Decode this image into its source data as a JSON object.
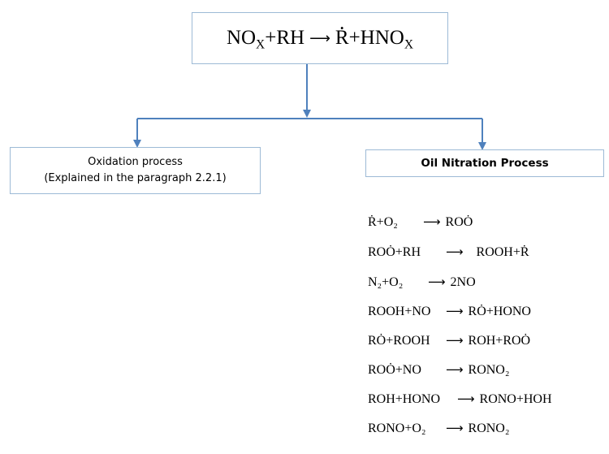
{
  "header": {
    "lhs": "NO",
    "lhs_sub": "X",
    "lhs_rest": "+RH",
    "arrow": "⟶",
    "rhs_radical": "R",
    "rhs_rest": "+HNO",
    "rhs_sub": "X"
  },
  "left_box": {
    "line1": "Oxidation process",
    "line2": "(Explained in the paragraph 2.2.1)"
  },
  "right_box": {
    "title": "Oil Nitration Process"
  },
  "reactions": [
    {
      "lhs": "Ṙ+O₂",
      "rhs": "ROȮ"
    },
    {
      "lhs": "ROȮ+RH",
      "rhs": "ROOH+Ṙ"
    },
    {
      "lhs": "N₂+O₂",
      "rhs": "2NO"
    },
    {
      "lhs": "ROOH+NO",
      "rhs": "RȮ+HONO"
    },
    {
      "lhs": "RȮ+ROOH",
      "rhs": "ROH+ROȮ"
    },
    {
      "lhs": "ROȮ+NO",
      "rhs": "RONO₂"
    },
    {
      "lhs": "ROH+HONO",
      "rhs": "RONO+HOH"
    },
    {
      "lhs": "RONO+O₂",
      "rhs": "RONO₂"
    }
  ],
  "reaction_arrow": "⟶",
  "colors": {
    "box_border": "#9dbad6",
    "connector": "#4f81bd"
  }
}
